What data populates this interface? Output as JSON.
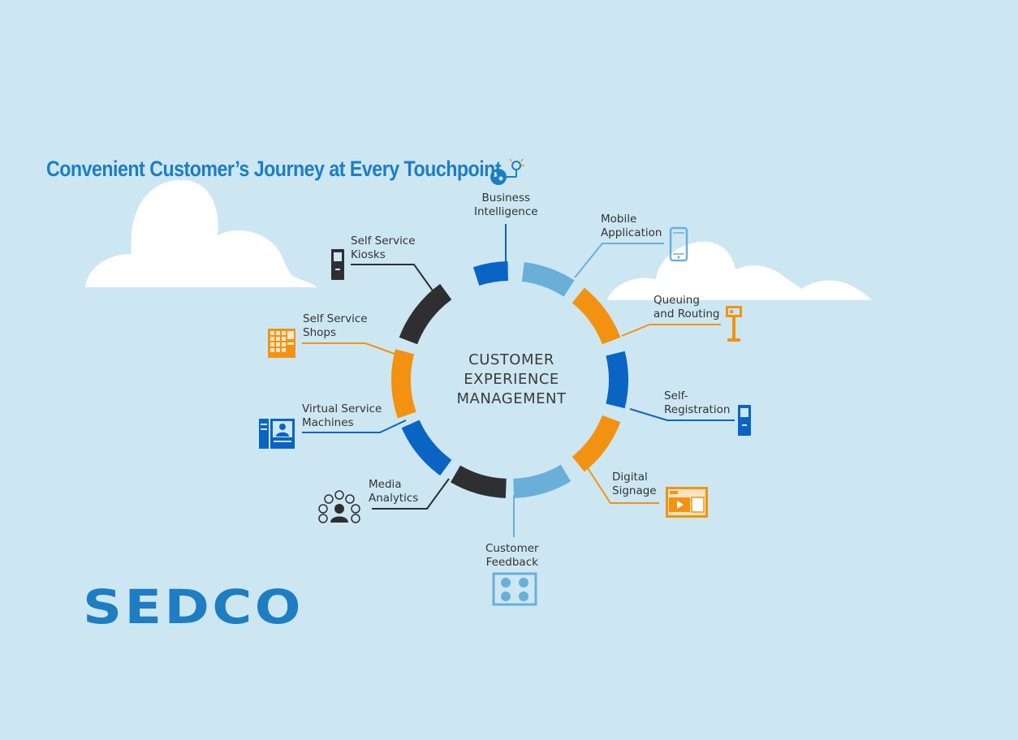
{
  "title": "Convenient Customer’s Journey at Every Touchpoint",
  "center": {
    "line1": "CUSTOMER",
    "line2": "EXPERIENCE",
    "line3": "MANAGEMENT"
  },
  "nodes": {
    "business_intelligence": {
      "line1": "Business",
      "line2": "Intelligence",
      "icon": "brain-lightbulb-icon"
    },
    "mobile_application": {
      "line1": "Mobile",
      "line2": "Application",
      "icon": "mobile-phone-icon"
    },
    "queuing_routing": {
      "line1": "Queuing",
      "line2": "and Routing",
      "icon": "ticket-dispenser-icon"
    },
    "self_registration": {
      "line1": "Self-",
      "line2": "Registration",
      "icon": "kiosk-icon"
    },
    "digital_signage": {
      "line1": "Digital",
      "line2": "Signage",
      "icon": "display-screen-icon"
    },
    "customer_feedback": {
      "line1": "Customer",
      "line2": "Feedback",
      "icon": "feedback-panel-icon"
    },
    "media_analytics": {
      "line1": "Media",
      "line2": "Analytics",
      "icon": "social-media-user-icon"
    },
    "virtual_service": {
      "line1": "Virtual Service",
      "line2": "Machines",
      "icon": "video-teller-icon"
    },
    "self_service_shops": {
      "line1": "Self Service",
      "line2": "Shops",
      "icon": "shop-terminal-icon"
    },
    "self_service_kiosks": {
      "line1": "Self Service",
      "line2": "Kiosks",
      "icon": "kiosk-tower-icon"
    }
  },
  "logo": "SEDCO",
  "colors": {
    "background": "#cce7f2",
    "dark_blue": "#0a64c4",
    "light_blue": "#6aafd8",
    "orange": "#f39211",
    "dark_gray": "#2f2f31",
    "brand": "#1e7dc3"
  }
}
